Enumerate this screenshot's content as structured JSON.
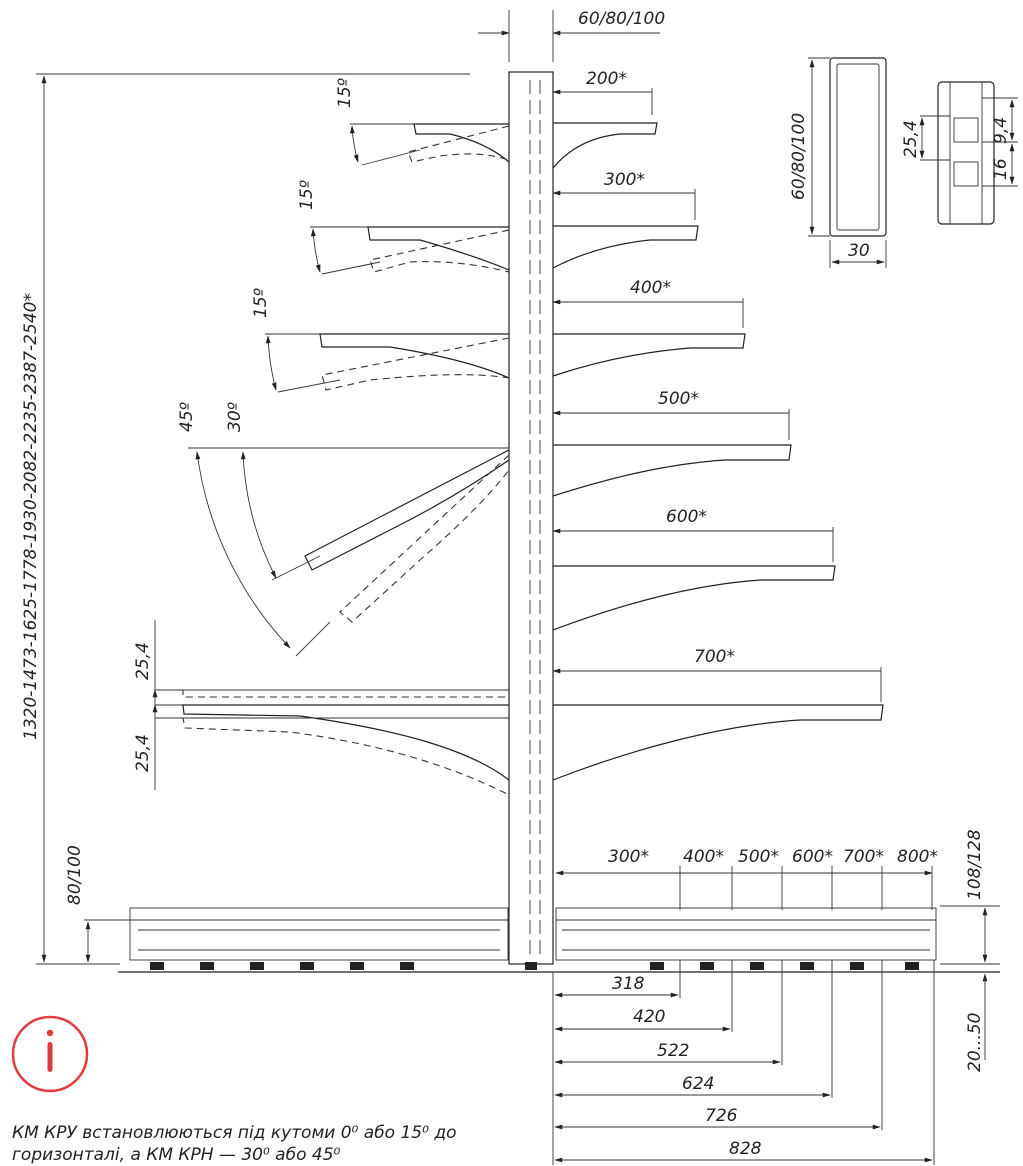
{
  "top_dims": {
    "upright_width": "60/80/100",
    "arm_200": "200*",
    "arm_300": "300*",
    "arm_400": "400*",
    "arm_500": "500*",
    "arm_600": "600*",
    "arm_700": "700*"
  },
  "angles": {
    "a1": "15º",
    "a2": "15º",
    "a3": "15º",
    "a4": "30º",
    "a5": "45º"
  },
  "height_series": "1320-1473-1625-1778-1930-2082-2235-2387-2540*",
  "pitch_top": "25,4",
  "pitch_bottom": "25,4",
  "base_height": "80/100",
  "profile": {
    "height": "60/80/100",
    "width": "30",
    "pitch": "25,4",
    "slot": "9,4",
    "gap": "16"
  },
  "base_arms": [
    "300*",
    "400*",
    "500*",
    "600*",
    "700*",
    "800*"
  ],
  "base_total_height": "108/128",
  "foot_adjust": "20...50",
  "base_depths": [
    "318",
    "420",
    "522",
    "624",
    "726",
    "828"
  ],
  "info_icon": "info-circle-icon",
  "accent_color": "#e03a3e",
  "note_text": "КМ КРУ встановлюються під кутоми 0⁰ або 15⁰ до горизонталі, а КМ КРН — 30⁰ або 45⁰"
}
